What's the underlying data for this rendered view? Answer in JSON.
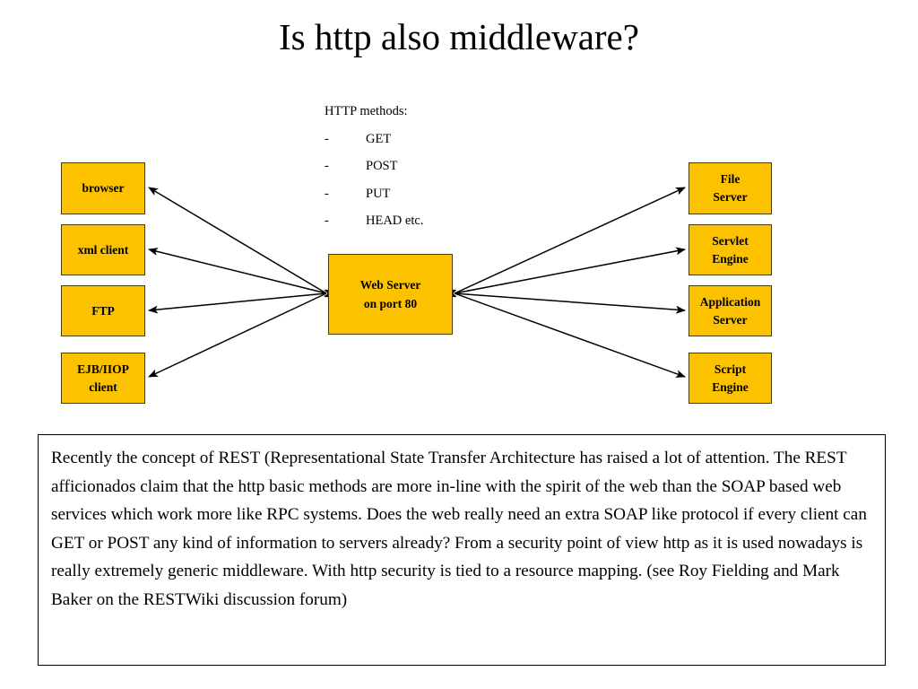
{
  "slide": {
    "title": "Is http also middleware?",
    "background_color": "#ffffff",
    "box_fill_color": "#FCC200",
    "box_border_color": "#4a3c00",
    "arrow_color": "#000000"
  },
  "methods_note": {
    "heading": "HTTP methods:",
    "items": [
      {
        "bullet": "-",
        "label": "GET"
      },
      {
        "bullet": "-",
        "label": "POST"
      },
      {
        "bullet": "-",
        "label": "PUT"
      },
      {
        "bullet": "-",
        "label": "HEAD etc."
      }
    ]
  },
  "diagram": {
    "center": {
      "label": "Web Server\non port 80"
    },
    "left_nodes": [
      {
        "label": "browser"
      },
      {
        "label": "xml client"
      },
      {
        "label": "FTP"
      },
      {
        "label": "EJB/IIOP\nclient"
      }
    ],
    "right_nodes": [
      {
        "label": "File\nServer"
      },
      {
        "label": "Servlet\nEngine"
      },
      {
        "label": "Application\nServer"
      },
      {
        "label": "Script\nEngine"
      }
    ]
  },
  "note": {
    "text": "Recently the concept of REST (Representational State Transfer Architecture has raised a lot of attention. The REST afficionados claim that the http basic methods are more in-line with the spirit of the web than the SOAP based web services which work more like RPC systems. Does the web really need an extra SOAP like protocol if every client can GET or POST any kind of information to servers already? From a security point of view http as it is used nowadays is really extremely generic middleware. With http security is tied to a resource mapping. (see Roy Fielding and Mark Baker on the RESTWiki discussion forum)"
  }
}
